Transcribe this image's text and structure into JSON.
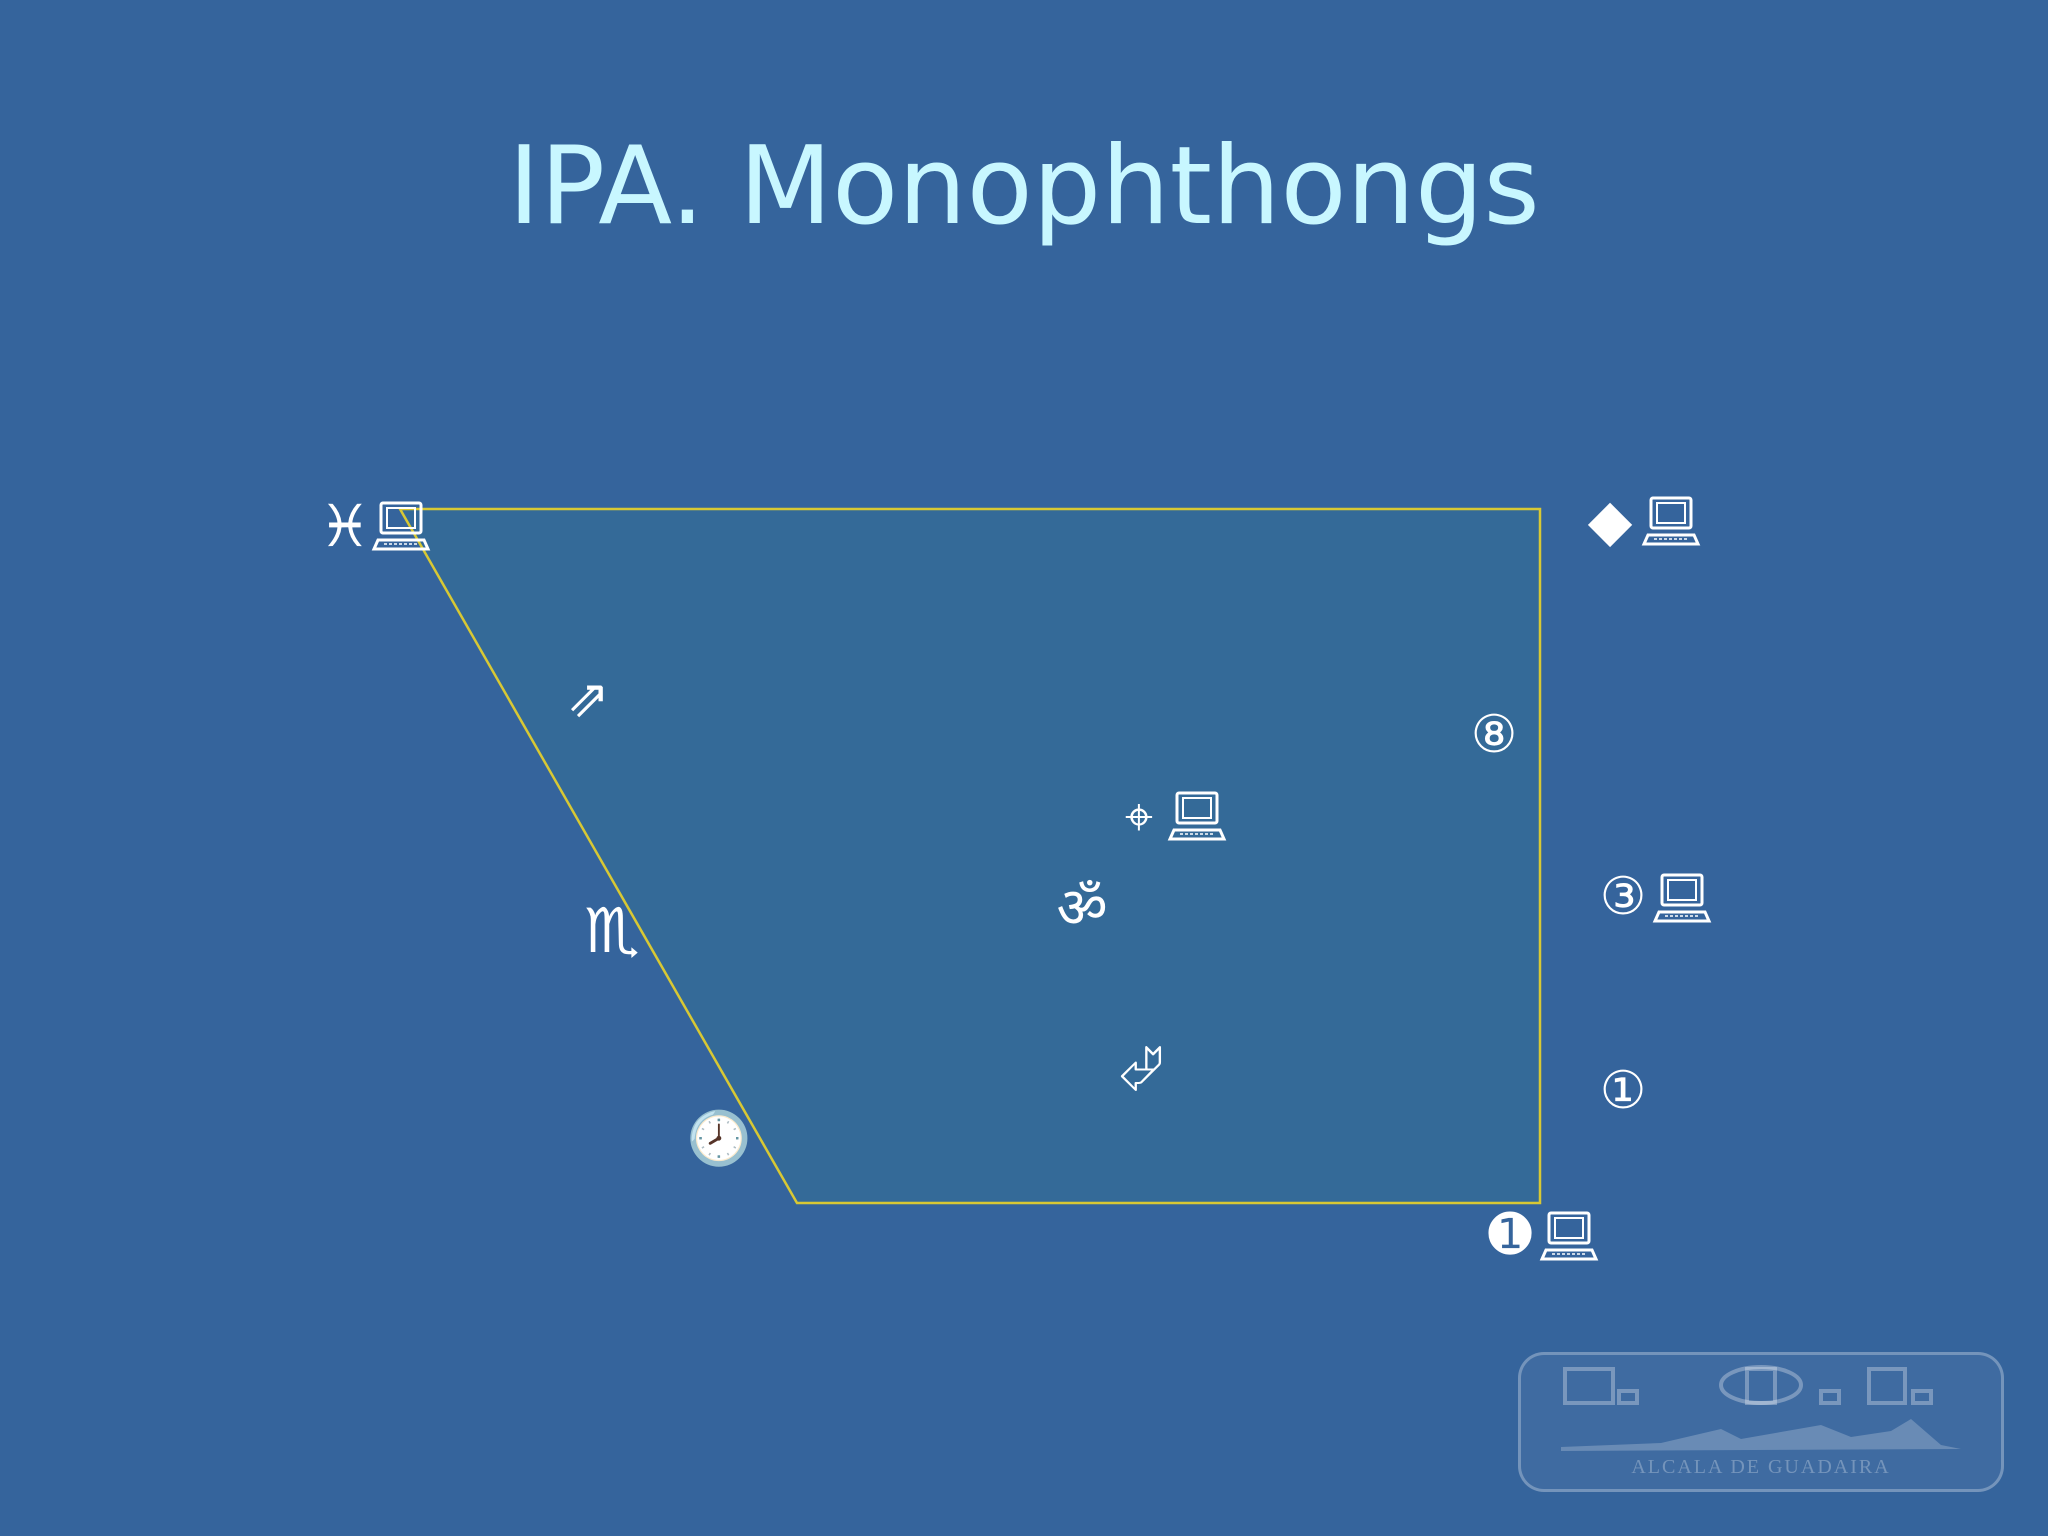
{
  "title": "IPA. Monophthongs",
  "colors": {
    "background": "#35649c",
    "title": "#c8f7ff",
    "outline": "#d8c834",
    "fill": "#346a98",
    "symbol": "#ffffff"
  },
  "vowels": [
    {
      "symbol": "♓",
      "name": "pisces-symbol",
      "mark": true
    },
    {
      "symbol": "⇗",
      "name": "arrow-outline-symbol",
      "mark": false
    },
    {
      "symbol": "♏",
      "name": "scorpio-symbol",
      "mark": false
    },
    {
      "symbol": "🕗",
      "name": "clock-symbol",
      "mark": false
    },
    {
      "symbol": "⌖",
      "name": "crosshair-symbol",
      "mark": true
    },
    {
      "symbol": "ॐ",
      "name": "om-symbol",
      "mark": false
    },
    {
      "symbol": "⮰",
      "name": "return-arrow-symbol",
      "mark": false
    },
    {
      "symbol": "◆",
      "name": "diamond-symbol",
      "mark": true
    },
    {
      "symbol": "⑧",
      "name": "circled-eight-symbol",
      "mark": false
    },
    {
      "symbol": "③",
      "name": "circled-three-symbol",
      "mark": true
    },
    {
      "symbol": "①",
      "name": "circled-one-symbol",
      "mark": false
    },
    {
      "symbol": "➊",
      "name": "filled-circled-one-symbol",
      "mark": true
    }
  ],
  "logo": {
    "text": "ALCALA DE GUADAIRA"
  }
}
